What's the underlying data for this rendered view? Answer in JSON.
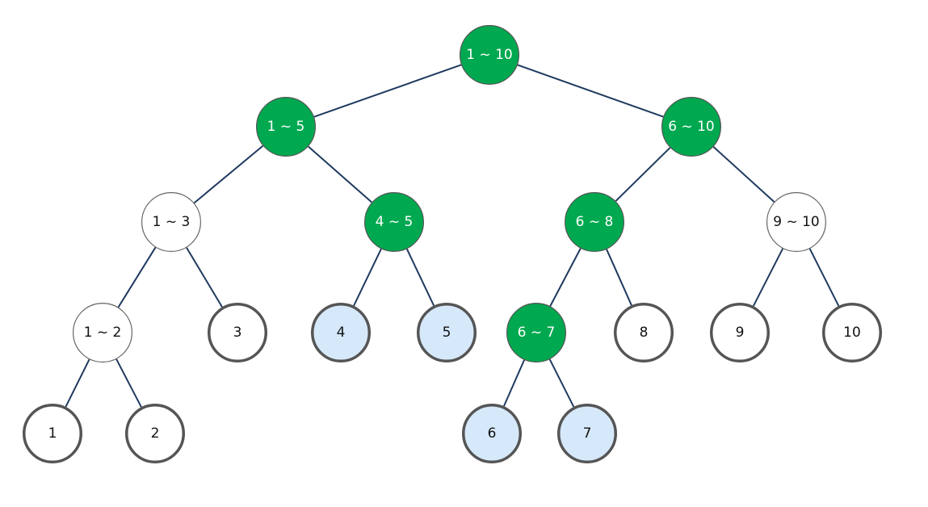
{
  "colors": {
    "edge": "#1f3a5f",
    "highlight_fill": "#00a84f",
    "highlight_stroke": "#555555",
    "highlight_text": "#ffffff",
    "normal_fill": "#ffffff",
    "normal_stroke": "#666666",
    "normal_text": "#111111",
    "leaf_fill": "#ffffff",
    "leaf_stroke": "#555555",
    "selected_leaf_fill": "#d6e9fb",
    "selected_leaf_stroke": "#555555"
  },
  "tree": {
    "nodes": [
      {
        "id": "1-10",
        "label": "1 ~ 10",
        "state": "highlight"
      },
      {
        "id": "1-5",
        "label": "1 ~ 5",
        "state": "highlight"
      },
      {
        "id": "6-10",
        "label": "6 ~ 10",
        "state": "highlight"
      },
      {
        "id": "1-3",
        "label": "1 ~ 3",
        "state": "normal"
      },
      {
        "id": "4-5",
        "label": "4 ~ 5",
        "state": "highlight"
      },
      {
        "id": "6-8",
        "label": "6 ~ 8",
        "state": "highlight"
      },
      {
        "id": "9-10",
        "label": "9 ~ 10",
        "state": "normal"
      },
      {
        "id": "1-2",
        "label": "1 ~ 2",
        "state": "normal"
      },
      {
        "id": "3",
        "label": "3",
        "state": "leaf"
      },
      {
        "id": "4",
        "label": "4",
        "state": "selected_leaf"
      },
      {
        "id": "5",
        "label": "5",
        "state": "selected_leaf"
      },
      {
        "id": "6-7",
        "label": "6 ~ 7",
        "state": "highlight"
      },
      {
        "id": "8",
        "label": "8",
        "state": "leaf"
      },
      {
        "id": "9",
        "label": "9",
        "state": "leaf"
      },
      {
        "id": "10",
        "label": "10",
        "state": "leaf"
      },
      {
        "id": "1",
        "label": "1",
        "state": "leaf"
      },
      {
        "id": "2",
        "label": "2",
        "state": "leaf"
      },
      {
        "id": "6",
        "label": "6",
        "state": "selected_leaf"
      },
      {
        "id": "7",
        "label": "7",
        "state": "selected_leaf"
      }
    ],
    "edges": [
      [
        "1-10",
        "1-5"
      ],
      [
        "1-10",
        "6-10"
      ],
      [
        "1-5",
        "1-3"
      ],
      [
        "1-5",
        "4-5"
      ],
      [
        "6-10",
        "6-8"
      ],
      [
        "6-10",
        "9-10"
      ],
      [
        "1-3",
        "1-2"
      ],
      [
        "1-3",
        "3"
      ],
      [
        "4-5",
        "4"
      ],
      [
        "4-5",
        "5"
      ],
      [
        "6-8",
        "6-7"
      ],
      [
        "6-8",
        "8"
      ],
      [
        "9-10",
        "9"
      ],
      [
        "9-10",
        "10"
      ],
      [
        "1-2",
        "1"
      ],
      [
        "1-2",
        "2"
      ],
      [
        "6-7",
        "6"
      ],
      [
        "6-7",
        "7"
      ]
    ]
  }
}
